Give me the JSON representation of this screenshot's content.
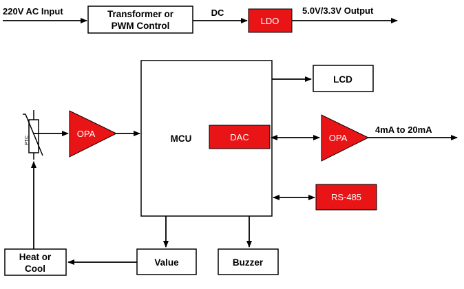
{
  "power": {
    "input_label": "220V AC Input",
    "transformer_line1": "Transformer or",
    "transformer_line2": "PWM Control",
    "dc_label": "DC",
    "ldo_label": "LDO",
    "output_label": "5.0V/3.3V Output"
  },
  "sensor": {
    "ptc_label": "PTC",
    "opa_in_label": "OPA"
  },
  "mcu": {
    "mcu_label": "MCU",
    "dac_label": "DAC"
  },
  "outputs": {
    "lcd_label": "LCD",
    "opa_out_label": "OPA",
    "current_label": "4mA to 20mA",
    "rs485_label": "RS-485",
    "value_label": "Value",
    "buzzer_label": "Buzzer",
    "heat_line1": "Heat or",
    "heat_line2": "Cool"
  },
  "colors": {
    "red_block": "#e81416",
    "line": "#000000"
  }
}
